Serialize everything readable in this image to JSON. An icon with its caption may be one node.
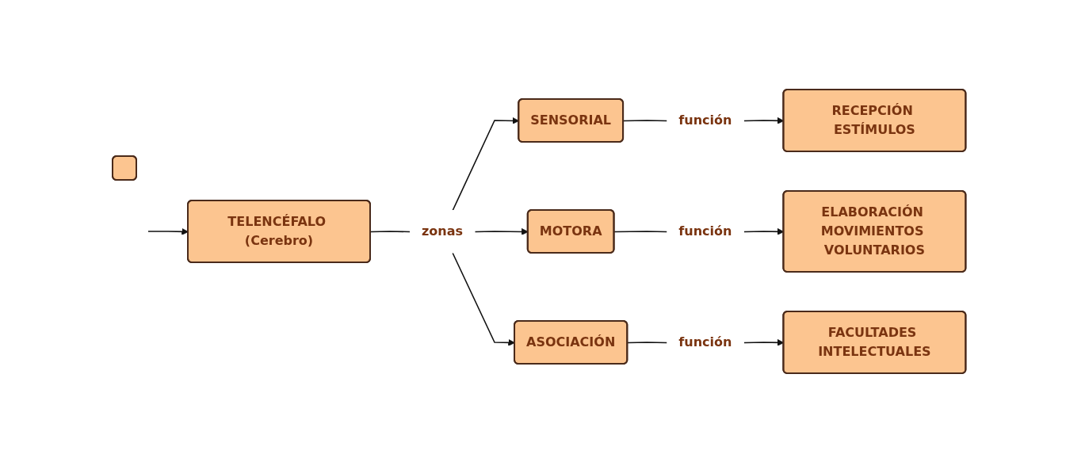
{
  "diagram": {
    "nodes": [
      {
        "text": [
          "TELENCÉFALO (Cerebro)"
        ]
      },
      {
        "text": [
          "zonas"
        ]
      },
      {
        "text": [
          "SENSORIAL"
        ]
      },
      {
        "text": [
          "MOTORA"
        ]
      },
      {
        "text": [
          "ASOCIACIÓN"
        ]
      },
      {
        "text": [
          "función"
        ]
      },
      {
        "text": [
          "función"
        ]
      },
      {
        "text": [
          "función"
        ]
      },
      {
        "text": [
          "RECEPCIÓN ESTÍMULOS"
        ]
      },
      {
        "text": [
          "ELABORACIÓN MOVIMIENTOS VOLUNTARIOS"
        ]
      },
      {
        "text": [
          "FACULTADES INTELECTUALES"
        ]
      },
      {
        "text": [],
        "shape": "box"
      }
    ],
    "edges": [
      {
        "from": null,
        "to": 0,
        "arrow": "to"
      },
      {
        "from": 0,
        "to": 1,
        "arrow": "none"
      },
      {
        "from": 1,
        "to": 2,
        "arrow": "to"
      },
      {
        "from": 1,
        "to": 3,
        "arrow": "to"
      },
      {
        "from": 1,
        "to": 4,
        "arrow": "to"
      },
      {
        "from": 2,
        "to": 5,
        "arrow": "none"
      },
      {
        "from": 3,
        "to": 6,
        "arrow": "none"
      },
      {
        "from": 4,
        "to": 7,
        "arrow": "none"
      },
      {
        "from": 5,
        "to": 8,
        "arrow": "to"
      },
      {
        "from": 6,
        "to": 9,
        "arrow": "to"
      },
      {
        "from": 7,
        "to": 10,
        "arrow": "to"
      }
    ]
  }
}
